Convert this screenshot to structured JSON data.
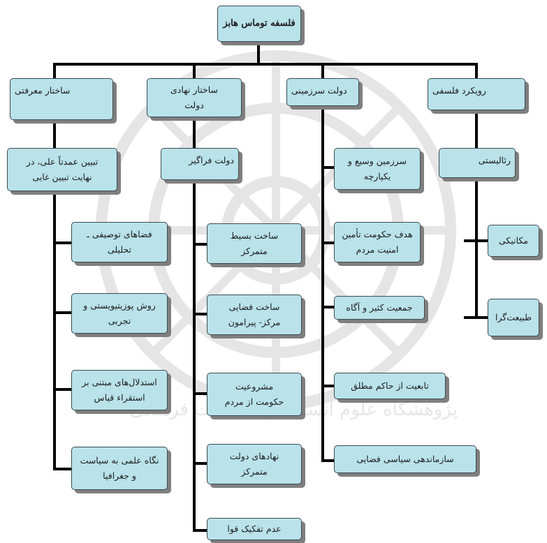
{
  "root": "فلسفه توماس هابز",
  "columns": {
    "epistemic": {
      "title": "ساختار معرفتی",
      "sub": [
        "تبیین عمدتاً علی، در",
        "نهایت تبیین غایی"
      ],
      "items": [
        [
          "فضاهای توصیفی ـ",
          "تحلیلی"
        ],
        [
          "روش پوزیتیویستی و",
          "تجربی"
        ],
        [
          "استدلال‌های مبتنی بر",
          "استقراء قیاس"
        ],
        [
          "نگاه علمی به سیاست",
          "و جغرافیا"
        ]
      ]
    },
    "institutional": {
      "title": [
        "ساختار نهادی",
        "دولت"
      ],
      "sub": "دولت فراگیر",
      "items": [
        [
          "ساخت بسیط",
          "متمرکز"
        ],
        [
          "ساخت فضایی",
          "مرکز- پیرامون"
        ],
        [
          "مشروعیت",
          "حکومت از مردم"
        ],
        [
          "نهادهای دولت",
          "متمرکز"
        ],
        [
          "عدم تفکیک قوا"
        ]
      ]
    },
    "territorial": {
      "title": "دولت سرزمینی",
      "items": [
        [
          "سرزمین وسیع و",
          "یکپارچه"
        ],
        [
          "هدف حکومت تأمین",
          "امنیت مردم"
        ],
        [
          "جمعیت کثیر و آگاه"
        ],
        [
          "تابعیت از حاکم مطلق"
        ],
        [
          "سازماندهی سیاسی فضایی"
        ]
      ]
    },
    "approach": {
      "title": "رویکرد فلسفی",
      "sub": "رئالیستی",
      "items": [
        [
          "مکانیکی"
        ],
        [
          "طبیعت‌گرا"
        ]
      ]
    }
  },
  "watermark_text": "پژوهشگاه علوم انسانی و مطالعات فرهنگی",
  "colors": {
    "box_fill": "#b9e2ea",
    "box_border": "#3b4a50",
    "shadow": "#7f7f7f",
    "line": "#000000"
  }
}
